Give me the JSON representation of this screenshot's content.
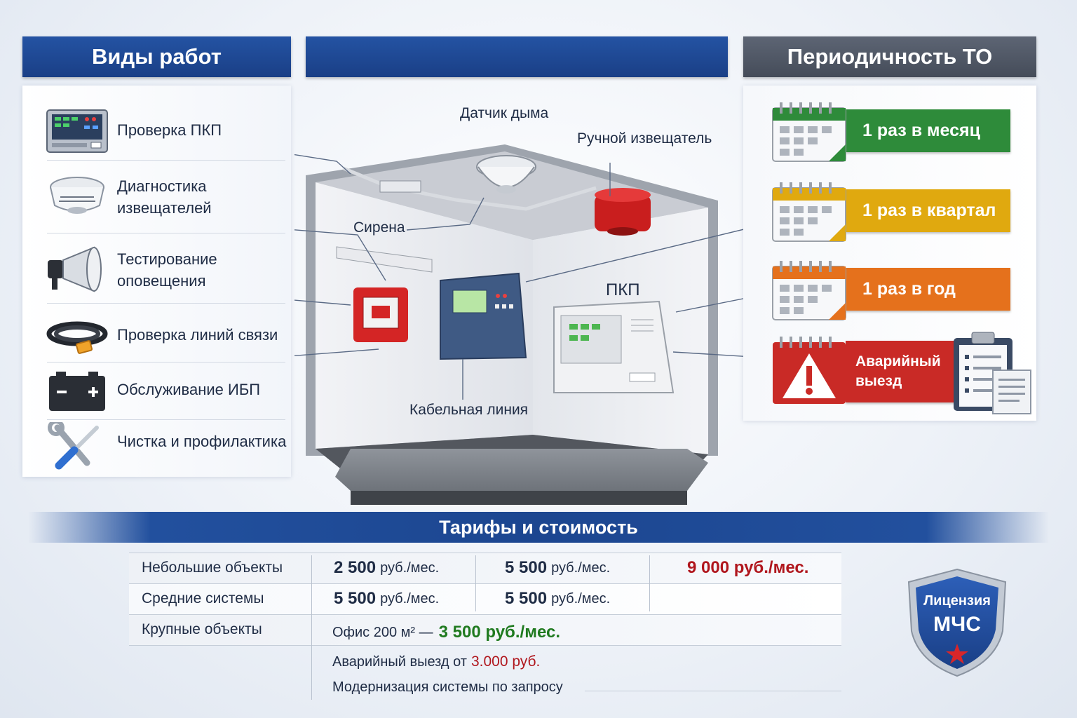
{
  "headers": {
    "left": "Виды работ",
    "center": "",
    "right": "Периодичность ТО"
  },
  "works": [
    {
      "label": "Проверка ПКП",
      "icon": "control-panel-icon"
    },
    {
      "label": "Диагностика\nизвещателей",
      "icon": "smoke-detector-icon"
    },
    {
      "label": "Тестирование\nоповещения",
      "icon": "loudspeaker-icon"
    },
    {
      "label": "Проверка линий связи",
      "icon": "cable-icon"
    },
    {
      "label": "Обслуживание ИБП",
      "icon": "battery-icon"
    },
    {
      "label": "Чистка и профилактика",
      "icon": "wrench-screwdriver-icon"
    }
  ],
  "scene_labels": {
    "smoke_detector": "Датчик дыма",
    "manual_call_point": "Ручной извещатель",
    "siren": "Сирена",
    "pkp": "ПКП",
    "cable_line": "Кабельная линия"
  },
  "frequency": [
    {
      "label": "1 раз в месяц",
      "color": "#2e8b3a"
    },
    {
      "label": "1 раз в квартал",
      "color": "#e0a90f"
    },
    {
      "label": "1 раз в год",
      "color": "#e5711c"
    },
    {
      "label": "Аварийный\nвыезд",
      "color": "#c92a26"
    }
  ],
  "tariffs": {
    "title": "Тарифы и стоимость",
    "rows": [
      {
        "name": "Небольшие объекты",
        "p1": "2 500",
        "p2": "5 500",
        "p3": "9 000 руб./мес.",
        "unit": "руб./мес."
      },
      {
        "name": "Средние системы",
        "p1": "5 500",
        "p2": "5 500",
        "unit": "руб./мес."
      },
      {
        "name": "Крупные объекты",
        "office_prefix": "Офис 200 м² —",
        "office_price": "3 500 руб./мес."
      }
    ],
    "emergency_prefix": "Аварийный выезд от",
    "emergency_price": "3.000 руб.",
    "modernization": "Модернизация системы по запросу"
  },
  "badge": {
    "line1": "Лицензия",
    "line2": "МЧС"
  }
}
